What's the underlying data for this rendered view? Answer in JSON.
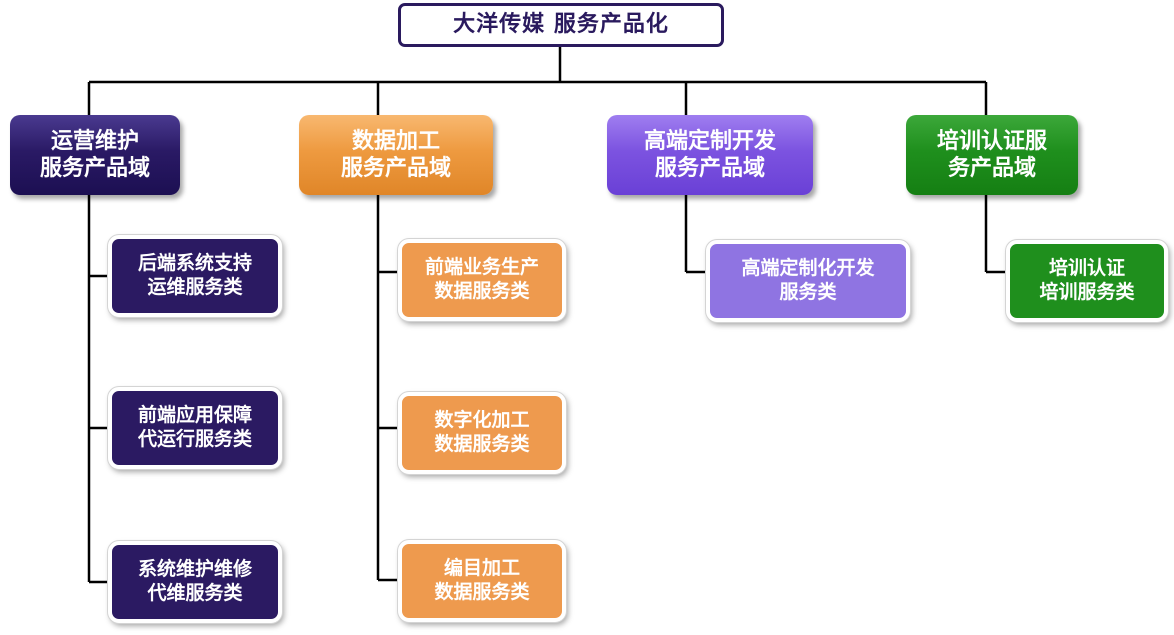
{
  "root": {
    "label": "大洋传媒 服务产品化"
  },
  "domains": [
    {
      "label": "运营维护\n服务产品域",
      "categories": [
        {
          "label": "后端系统支持\n运维服务类"
        },
        {
          "label": "前端应用保障\n代运行服务类"
        },
        {
          "label": "系统维护维修\n代维服务类"
        }
      ]
    },
    {
      "label": "数据加工\n服务产品域",
      "categories": [
        {
          "label": "前端业务生产\n数据服务类"
        },
        {
          "label": "数字化加工\n数据服务类"
        },
        {
          "label": "编目加工\n数据服务类"
        }
      ]
    },
    {
      "label": "高端定制开发\n服务产品域",
      "categories": [
        {
          "label": "高端定制化开发\n服务类"
        }
      ]
    },
    {
      "label": "培训认证服\n务产品域",
      "categories": [
        {
          "label": "培训认证\n培训服务类"
        }
      ]
    }
  ],
  "colors": {
    "root_border": "#2a1a5e",
    "ops": "#2b1a62",
    "data": "#ee9a4e",
    "custom": "#8f74e2",
    "train": "#1f8f1d",
    "connector": "#000000"
  }
}
